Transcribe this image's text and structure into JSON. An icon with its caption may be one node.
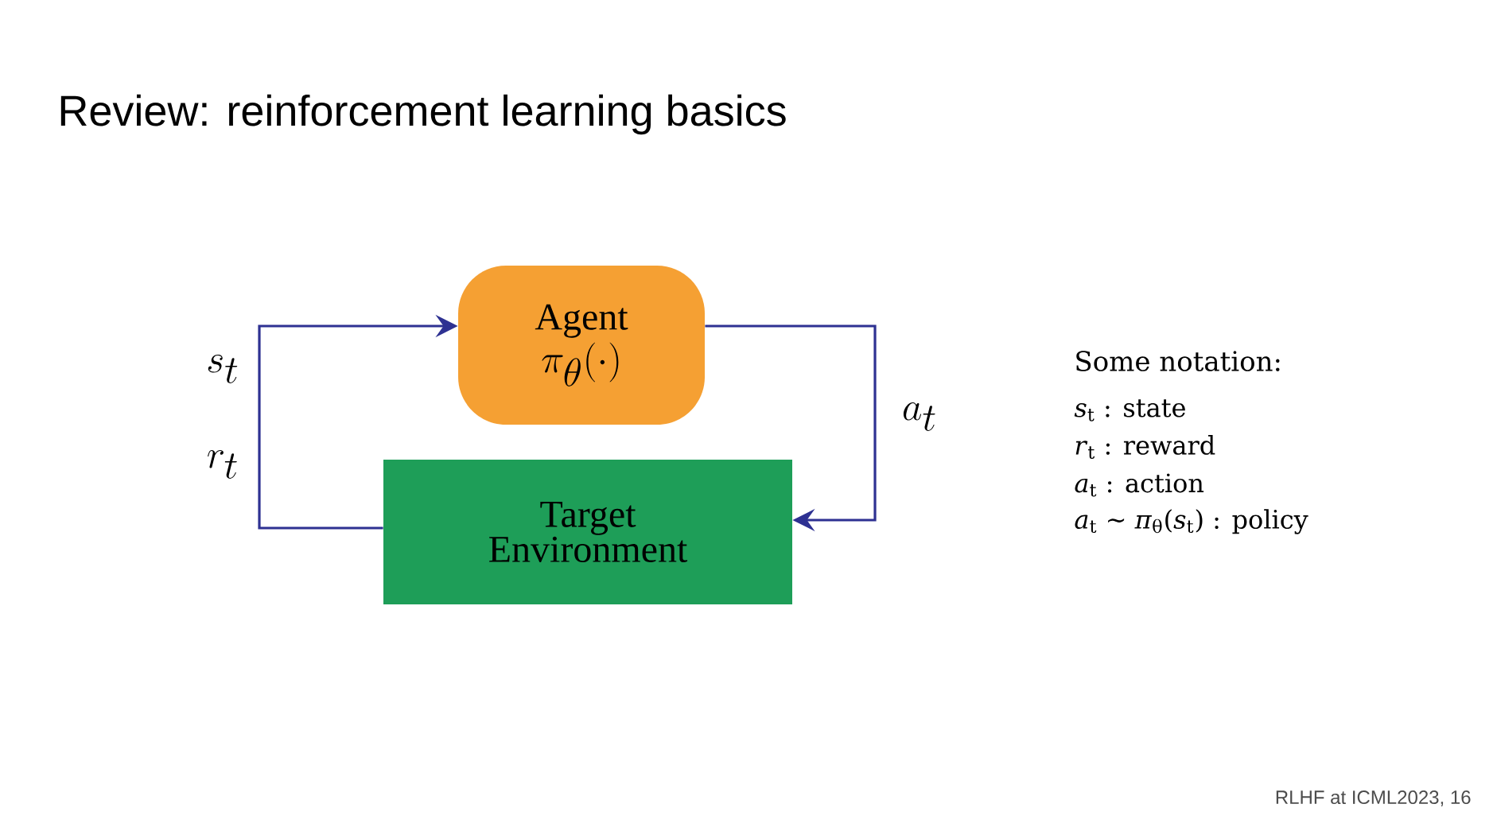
{
  "diagram": {
    "title": "Review: reinforcement learning basics",
    "nodes": [
      {
        "text": [
          "Agent",
          "\\pi_\\theta(\\cdot)"
        ]
      },
      {
        "text": [
          "Target Environment"
        ]
      }
    ],
    "edges": [
      {
        "from": 1,
        "to": 0,
        "arrow": "to"
      },
      {
        "from": 0,
        "to": 1,
        "arrow": "to"
      }
    ],
    "labels": [
      "s_t",
      "r_t",
      "a_t",
      "Some notation:",
      "*s*$_{t}$ : state",
      "*r*$_{t}$ : reward",
      "*a*$_{t}$ : action",
      "*a*$_{t}$ ∼ *π*$_{θ}$(*s*$_{t}$) : policy",
      "RLHF at ICML2023, 16"
    ]
  }
}
